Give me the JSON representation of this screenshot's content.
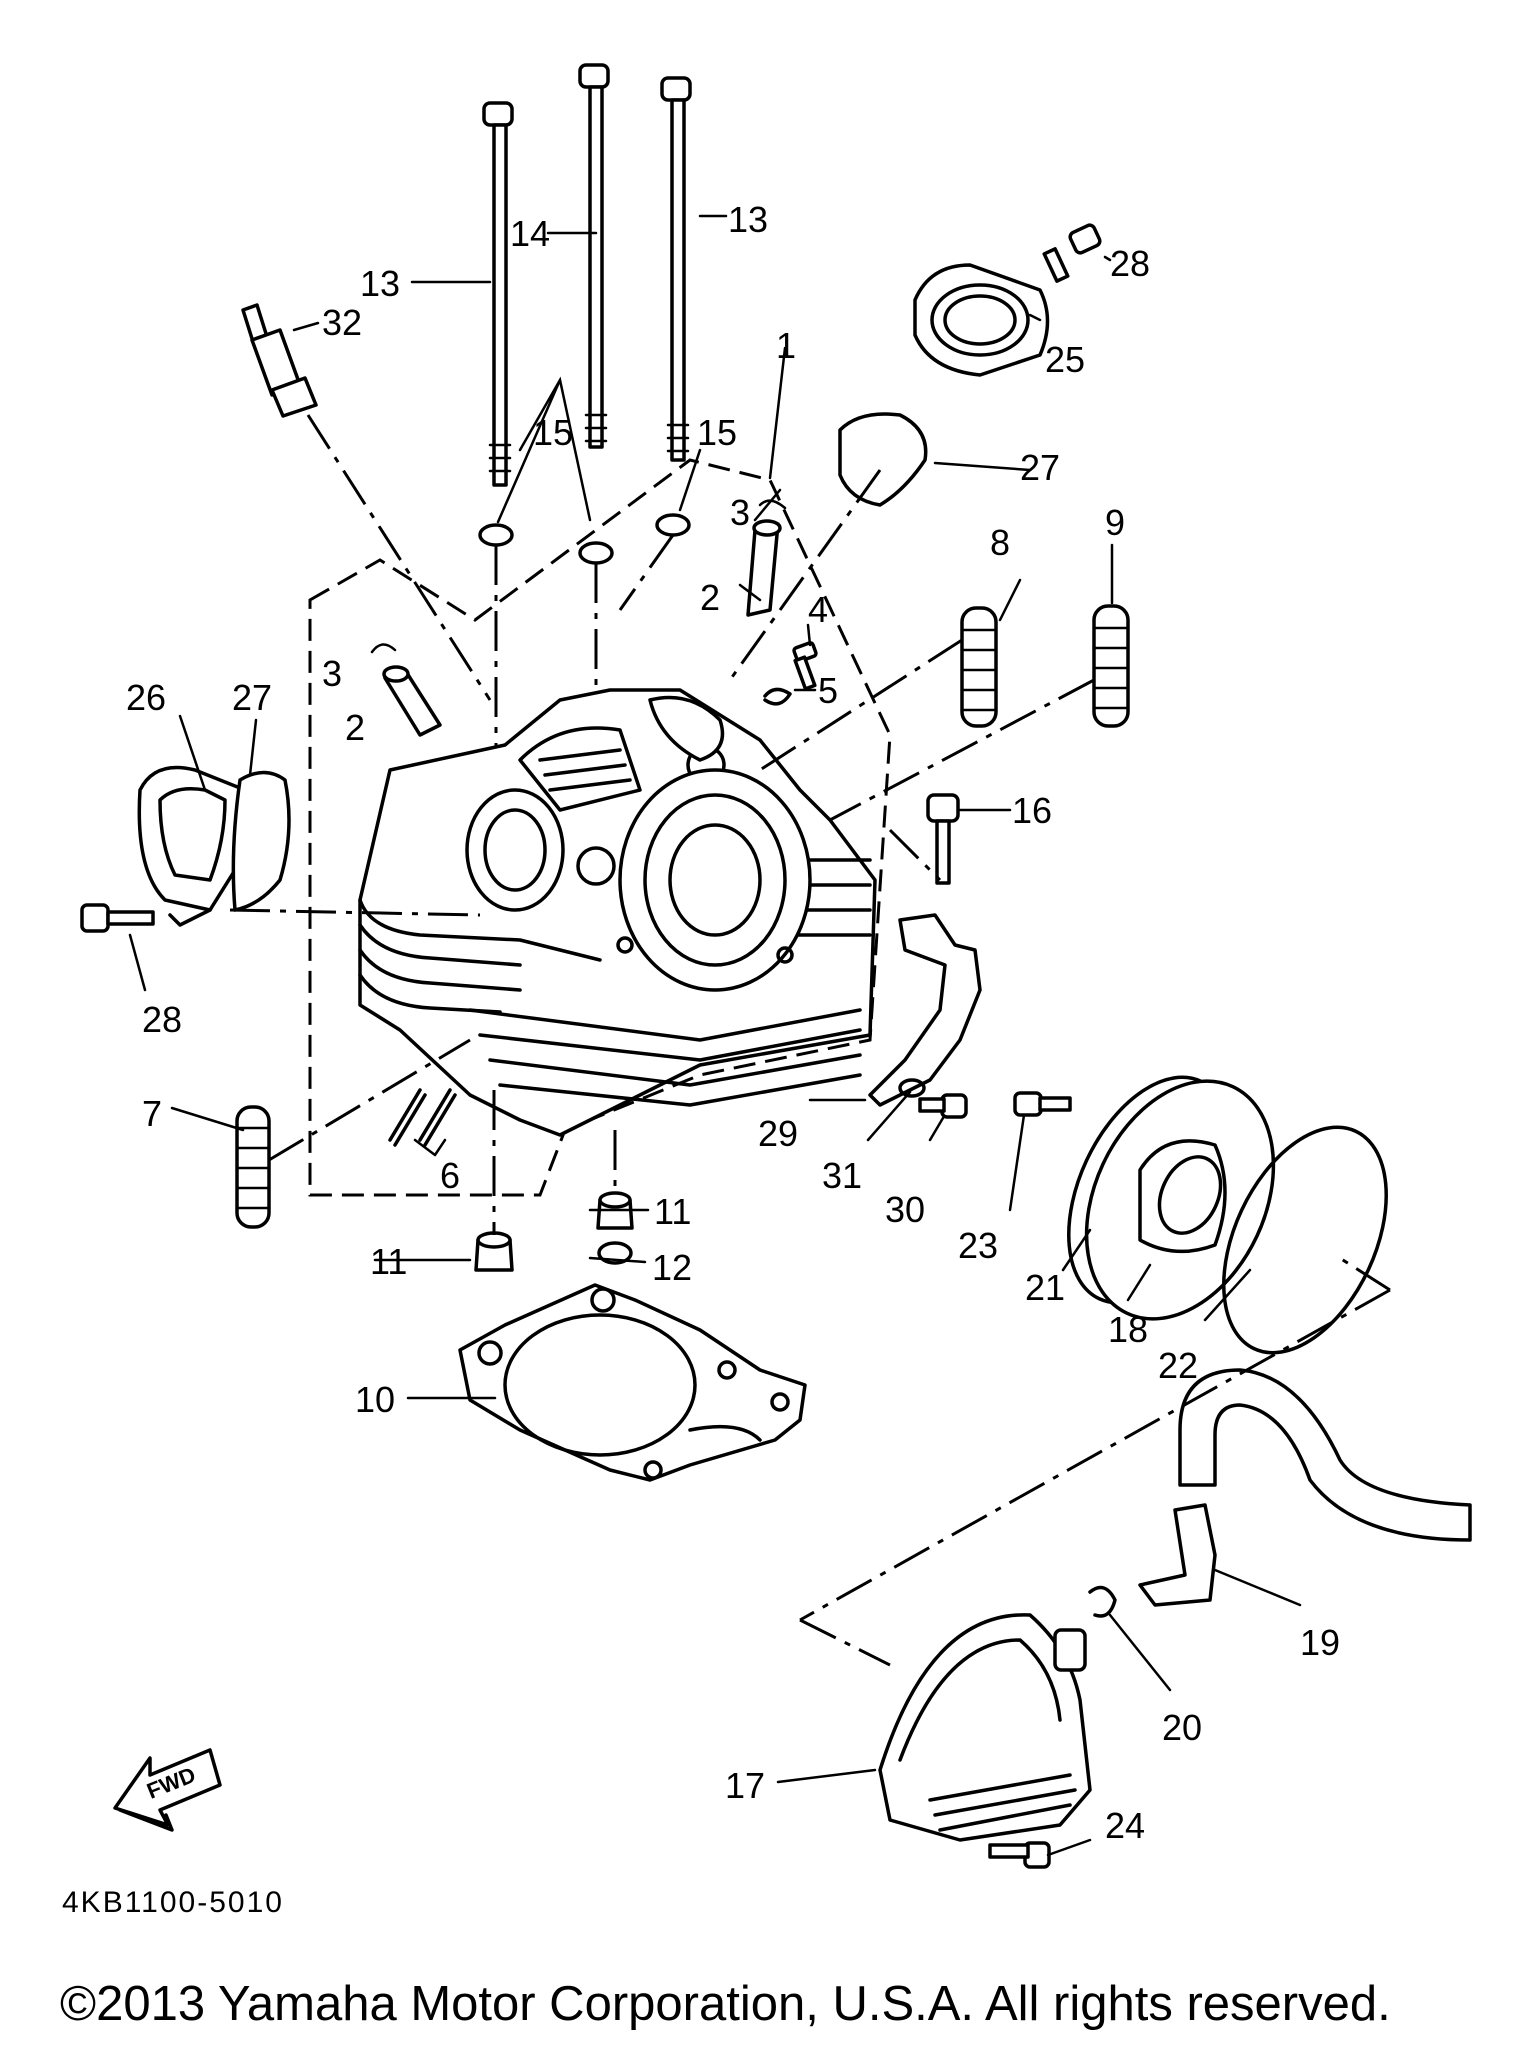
{
  "diagram": {
    "drawing_code": "4KB1100-5010",
    "fwd_label": "FWD",
    "copyright": "©2013 Yamaha Motor Corporation, U.S.A. All rights reserved.",
    "callouts": [
      "1",
      "2",
      "2",
      "3",
      "3",
      "4",
      "5",
      "6",
      "7",
      "8",
      "9",
      "10",
      "11",
      "11",
      "12",
      "13",
      "13",
      "14",
      "15",
      "15",
      "16",
      "17",
      "18",
      "19",
      "20",
      "21",
      "22",
      "23",
      "24",
      "25",
      "26",
      "27",
      "27",
      "28",
      "28",
      "29",
      "30",
      "31",
      "32"
    ]
  }
}
